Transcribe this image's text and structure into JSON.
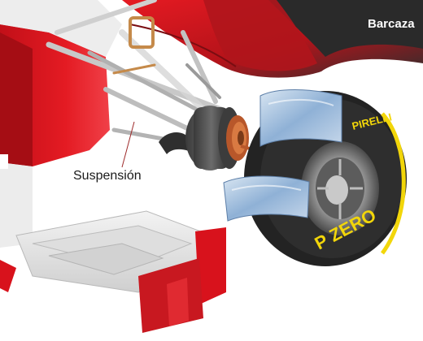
{
  "labels": {
    "barcaza": "Barcaza",
    "suspension": "Suspensión"
  },
  "tire": {
    "brand": "PIRELLI",
    "model": "P ZERO"
  },
  "colors": {
    "body_red": "#d8121c",
    "barge_red": "#c81820",
    "tire_black": "#2a2a2a",
    "tire_stripe": "#f2d60a",
    "brake_copper": "#b8572a",
    "background": "#ffffff"
  }
}
